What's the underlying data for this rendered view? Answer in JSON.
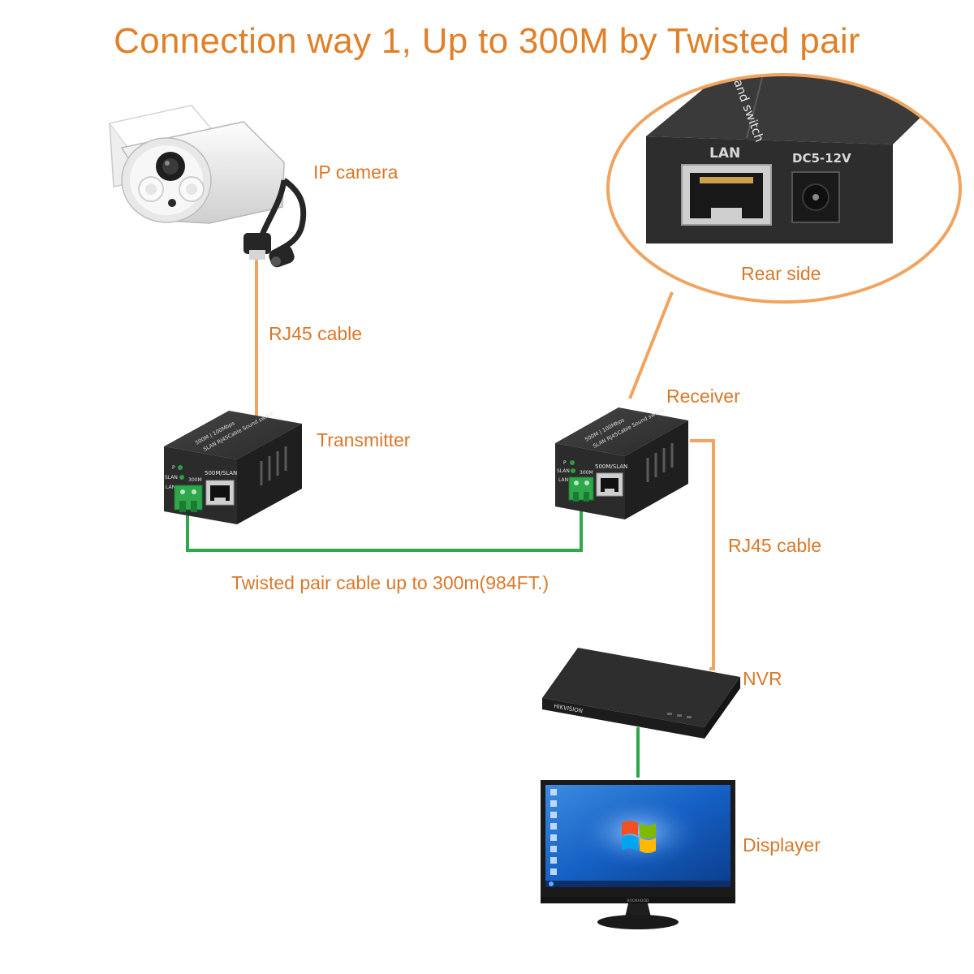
{
  "title": "Connection way 1, Up to 300M by Twisted pair",
  "labels": {
    "ip_camera": "IP camera",
    "rj45_cable_top": "RJ45 cable",
    "transmitter": "Transmitter",
    "receiver": "Receiver",
    "rear_side": "Rear side",
    "twisted_pair": "Twisted pair cable up to 300m(984FT.)",
    "rj45_cable_right": "RJ45 cable",
    "nvr": "NVR",
    "displayer": "Displayer"
  },
  "device": {
    "port_label": "500M/SLAN",
    "led_p": "P",
    "led_slan": "SLAN",
    "led_lan": "LAN",
    "speed": "300M",
    "top_line1": "500M | 100Mbps",
    "top_line2": "SLAN RJ45Cable Sound switch"
  },
  "rear": {
    "lan": "LAN",
    "dc": "DC5-12V",
    "top_text": "and switch"
  },
  "nvr_brand": "HIKVISION",
  "monitor_brand": "BOOKHOOD",
  "colors": {
    "orange_line": "#F0A460",
    "orange_text": "#D9782A",
    "green_line": "#2EA84A",
    "device_body": "#2B2B2B"
  }
}
